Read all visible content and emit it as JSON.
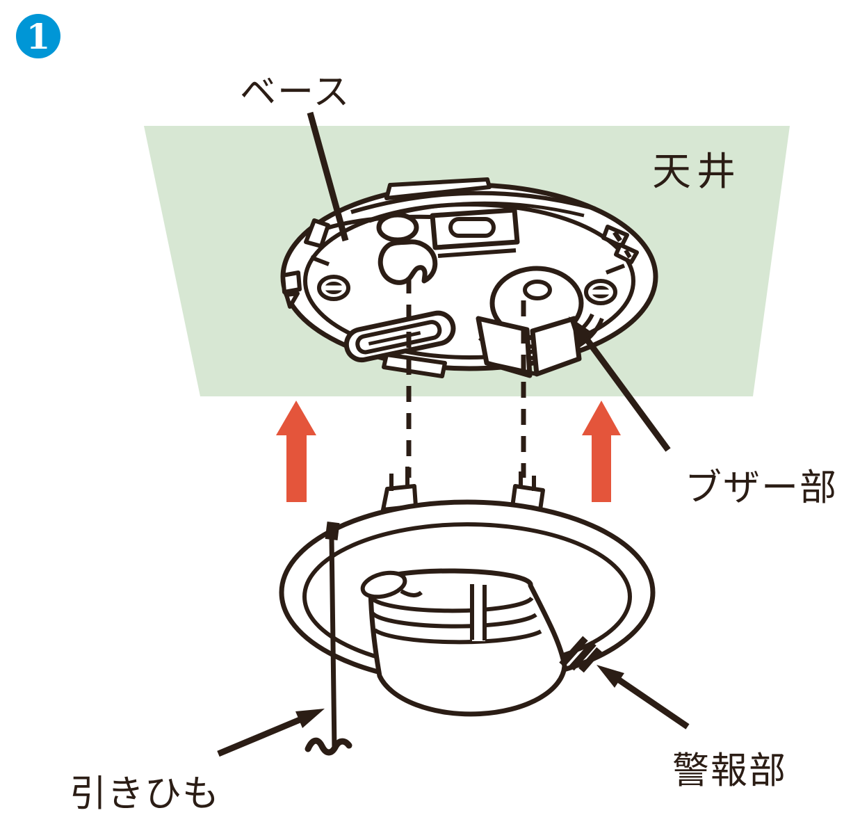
{
  "figure": {
    "step_badge": {
      "number": "1"
    },
    "labels": {
      "base": "ベース",
      "ceiling": "天井",
      "buzzer": "ブザー部",
      "alarm": "警報部",
      "pull_cord": "引きひも"
    },
    "colors": {
      "badge_blue": "#0096d6",
      "ceiling_green": "#d7e7d3",
      "arrow_orange": "#e4553b",
      "ink": "#2b1d15",
      "paper_white": "#ffffff"
    }
  }
}
